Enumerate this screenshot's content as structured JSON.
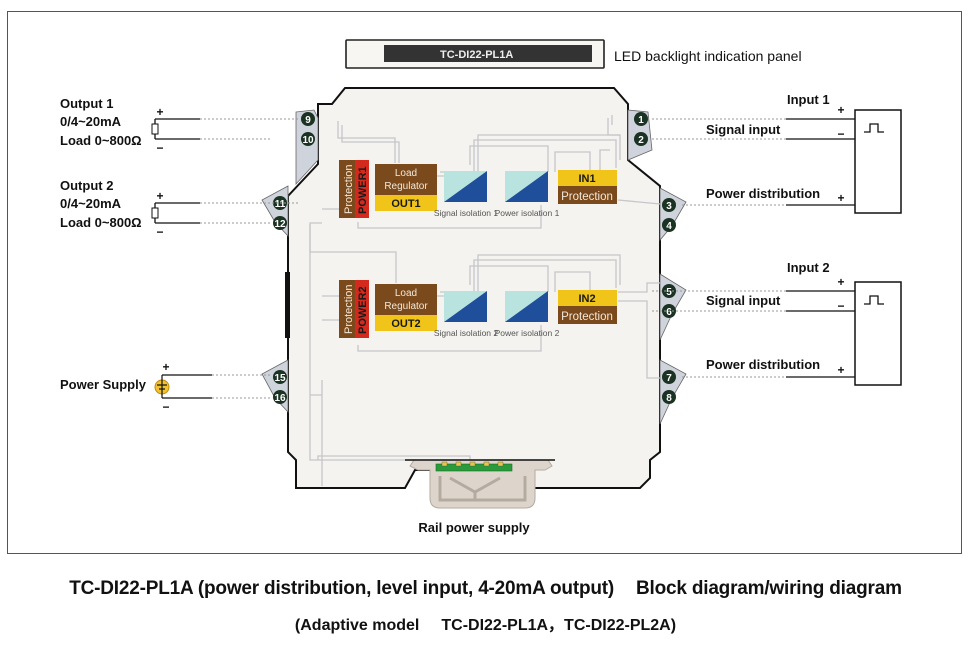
{
  "led_panel": {
    "model_label": "TC-DI22-PL1A",
    "description": "LED backlight indication panel"
  },
  "outputs": [
    {
      "title": "Output 1",
      "range": "0/4~20mA",
      "load": "Load 0~800Ω",
      "terminals": [
        "9",
        "10"
      ]
    },
    {
      "title": "Output 2",
      "range": "0/4~20mA",
      "load": "Load 0~800Ω",
      "terminals": [
        "11",
        "12"
      ]
    }
  ],
  "power_supply": {
    "label": "Power Supply",
    "terminals": [
      "15",
      "16"
    ]
  },
  "inputs": [
    {
      "title": "Input 1",
      "signal_label": "Signal input",
      "power_label": "Power distribution",
      "signal_terminals": [
        "1",
        "2"
      ],
      "power_terminals": [
        "3",
        "4"
      ]
    },
    {
      "title": "Input 2",
      "signal_label": "Signal input",
      "power_label": "Power distribution",
      "signal_terminals": [
        "5",
        "6"
      ],
      "power_terminals": [
        "7",
        "8"
      ]
    }
  ],
  "polarity": {
    "plus": "+",
    "minus": "−"
  },
  "channels": [
    {
      "protection": "Protection",
      "power": "POWER1",
      "load_regulator": [
        "Load",
        "Regulator"
      ],
      "out": "OUT1",
      "signal_isolation": "Signal isolation 1",
      "power_isolation": "Power isolation 1",
      "in": "IN1",
      "in_protection": "Protection"
    },
    {
      "protection": "Protection",
      "power": "POWER2",
      "load_regulator": [
        "Load",
        "Regulator"
      ],
      "out": "OUT2",
      "signal_isolation": "Signal isolation 2",
      "power_isolation": "Power isolation 2",
      "in": "IN2",
      "in_protection": "Protection"
    }
  ],
  "rail": {
    "label": "Rail power supply"
  },
  "caption": {
    "title_left": "TC-DI22-PL1A (power distribution, level input, 4-20mA output)",
    "title_right": "Block diagram/wiring diagram",
    "subtitle_left": "(Adaptive model",
    "subtitle_right": "TC-DI22-PL1A，TC-DI22-PL2A)"
  },
  "colors": {
    "housing_fill": "#f4f3ef",
    "terminal_fill": "#cfd3dc",
    "terminal_badge": "#1b3323",
    "block_brown": "#7a4a1c",
    "block_yellow": "#f0c419",
    "block_red": "#d42a1e",
    "iso_light": "#b9e3df",
    "iso_dark": "#1f4f9a",
    "trace": "#c8c8cc"
  }
}
